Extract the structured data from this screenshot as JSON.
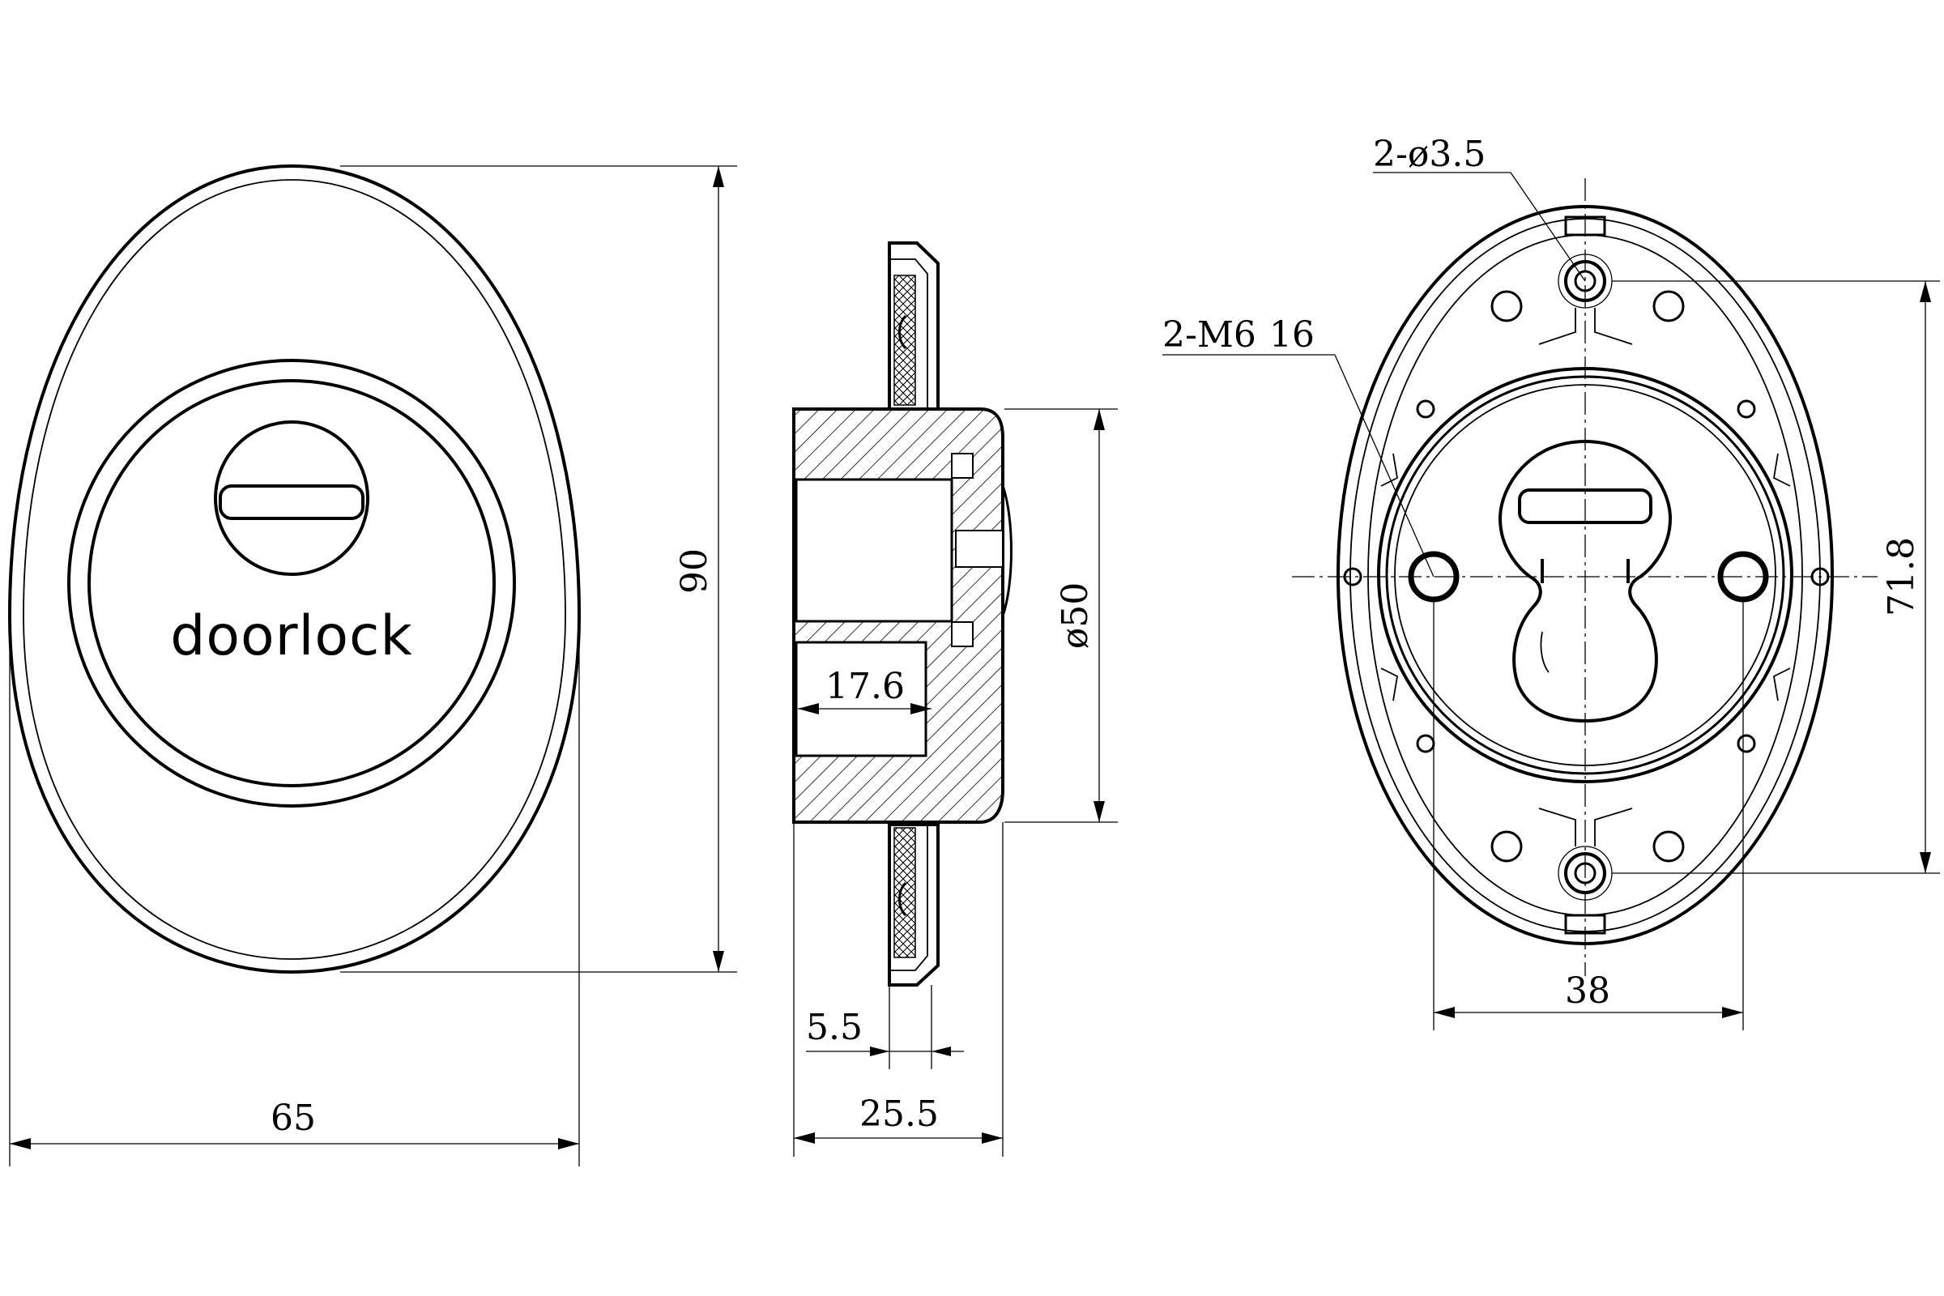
{
  "brand_label": "doorlock",
  "dimensions": {
    "front_width": "65",
    "front_height": "90",
    "section_diameter": "ø50",
    "section_depth": "25.5",
    "section_inner": "17.6",
    "section_plate": "5.5",
    "back_hole_spacing": "38",
    "back_screw_spacing": "71.8"
  },
  "callouts": {
    "through_holes": "2-ø3.5",
    "threaded_holes": "2-M6",
    "threaded_depth": "16"
  },
  "colors": {
    "line": "#000000",
    "background": "#ffffff"
  }
}
